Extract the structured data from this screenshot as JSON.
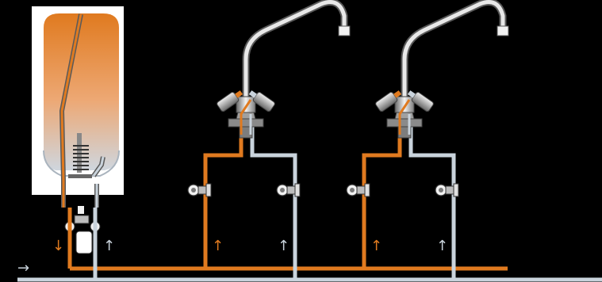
{
  "colors": {
    "background": "#000000",
    "hot": "#E07A1F",
    "cold": "#C9D3DC",
    "cold_dark": "#8C99A6",
    "metal_light": "#E8E8E8",
    "metal_dark": "#5A5A5A",
    "heater_panel": "#FFFFFF"
  },
  "icons": {
    "tank": "water-heater-tank",
    "heating_element": "coil-heating-element",
    "mixer": "two-handle-mixer-faucet",
    "valve": "angle-stop-valve",
    "safety_group": "safety-valve-group"
  },
  "arrows": {
    "inlet": "→",
    "supply_left": "↓",
    "cold_up_heater": "↑",
    "hot_up_1": "↑",
    "cold_up_1": "↑",
    "hot_up_2": "↑",
    "cold_up_2": "↑"
  }
}
